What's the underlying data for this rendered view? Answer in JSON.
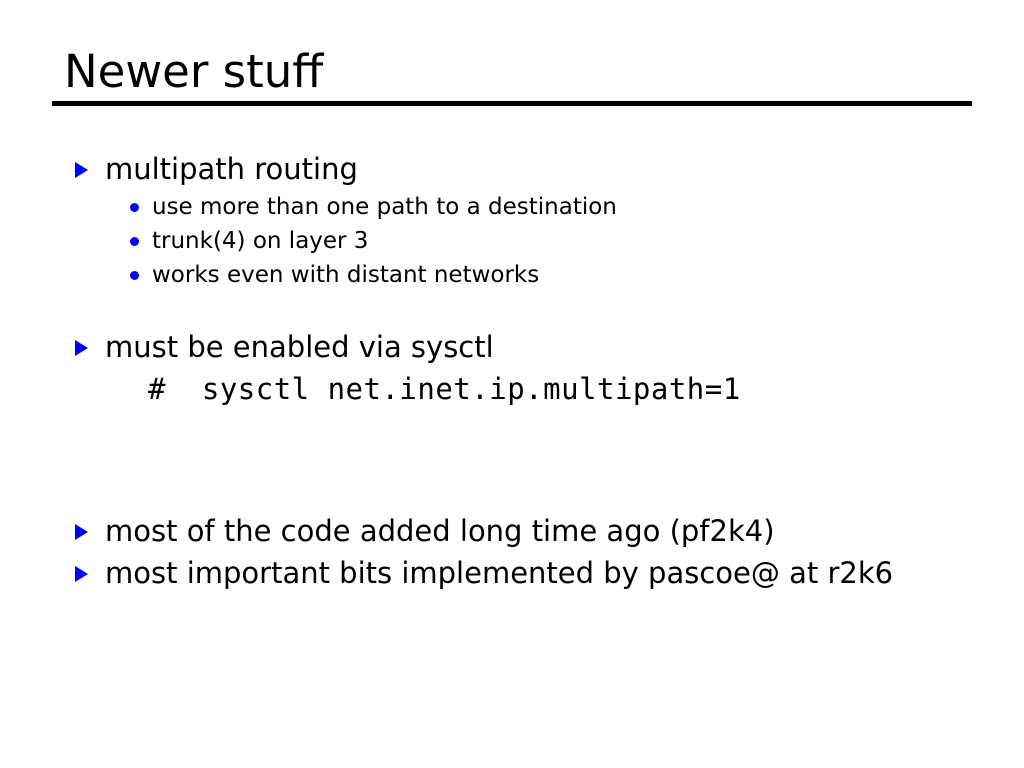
{
  "slide": {
    "title": "Newer stuff",
    "accent_color": "#0000ff",
    "text_color": "#000000",
    "background_color": "#ffffff",
    "rule_color": "#000000",
    "sections": [
      {
        "bullet": "multipath routing",
        "subbullets": [
          "use more than one path to a destination",
          "trunk(4) on layer 3",
          "works even with distant networks"
        ]
      },
      {
        "bullet": "must be enabled via sysctl",
        "code": "#  sysctl net.inet.ip.multipath=1"
      },
      {
        "bullet": "most of the code added long time ago (pf2k4)"
      },
      {
        "bullet": "most important bits implemented by pascoe@ at r2k6"
      }
    ]
  }
}
